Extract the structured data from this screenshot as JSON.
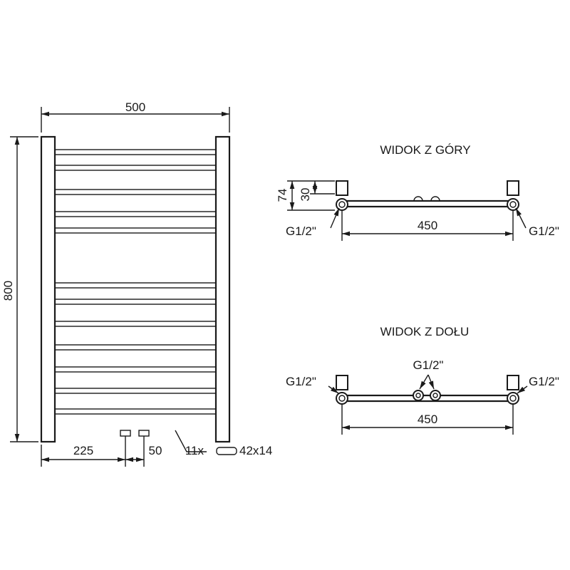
{
  "front_view": {
    "width_label": "500",
    "height_label": "800",
    "spacing_left_label": "225",
    "spacing_pipe_label": "50",
    "tube_count_label": "11x",
    "tube_size_label": "42x14"
  },
  "top_view": {
    "title": "WIDOK Z GÓRY",
    "depth_label": "74",
    "offset_label": "30",
    "connection_left_label": "G1/2\"",
    "connection_right_label": "G1/2\"",
    "spacing_label": "450"
  },
  "bottom_view": {
    "title": "WIDOK Z DOŁU",
    "connection_left_label": "G1/2\"",
    "connection_right_label": "G1/2\"",
    "connection_center_label": "G1/2\"",
    "spacing_label": "450"
  }
}
